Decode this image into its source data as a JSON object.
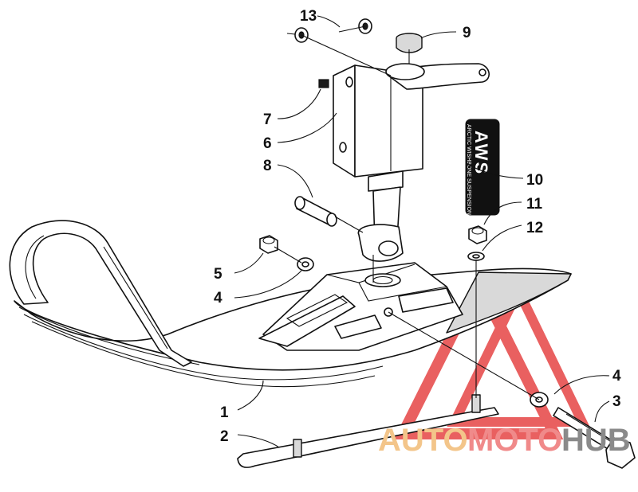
{
  "callouts": [
    "1",
    "2",
    "3",
    "4",
    "5",
    "6",
    "7",
    "8",
    "9",
    "10",
    "11",
    "12",
    "13"
  ],
  "decal": {
    "brand": "AWS",
    "subtitle": "ARCTIC WISHBONE SUSPENSION"
  },
  "watermark": {
    "part1": "AUTO",
    "part2": "MOTO",
    "part3": "HUB",
    "colors": {
      "part1": "#f3c58a",
      "part2": "#f08a8a",
      "part3": "#8a8a8a",
      "triangle": "#e64545"
    }
  }
}
